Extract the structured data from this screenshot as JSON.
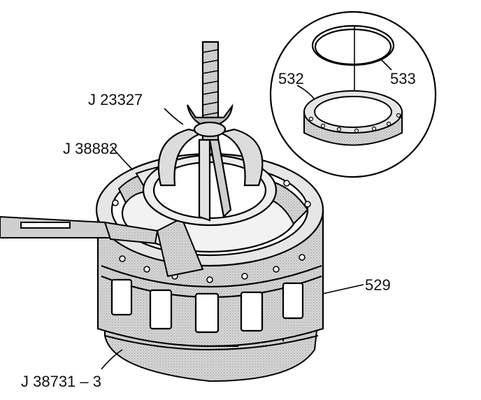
{
  "callouts": {
    "tool_compressor": "J 23327",
    "tool_adapter": "J 38882",
    "tool_holder": "J 38731 – 3",
    "part_housing": "529",
    "part_spring": "532",
    "part_snap_ring": "533"
  }
}
